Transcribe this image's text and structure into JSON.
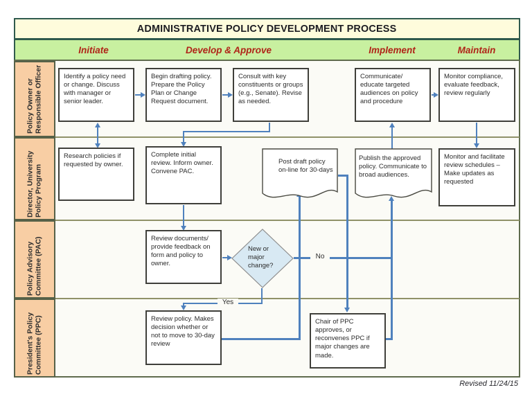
{
  "title": "ADMINISTRATIVE POLICY DEVELOPMENT PROCESS",
  "phases": {
    "initiate": "Initiate",
    "develop": "Develop & Approve",
    "implement": "Implement",
    "maintain": "Maintain"
  },
  "lanes": {
    "owner": "Policy Owner or Responsible Officer",
    "director": "Director, University Policy Program",
    "pac": "Policy Advisory Committee (PAC)",
    "ppc": "President's Policy Committee (PPC)"
  },
  "nodes": {
    "identify": "Identify a policy need or change. Discuss with manager or senior leader.",
    "draft": "Begin drafting policy. Prepare the Policy Plan or Change Request document.",
    "consult": "Consult with key constituents or groups (e.g., Senate). Revise as needed.",
    "communicate": "Communicate/ educate targeted audiences on policy and procedure",
    "monitor_compliance": "Monitor compliance, evaluate feedback, review regularly",
    "research": "Research policies if requested by owner.",
    "complete_review": "Complete initial review. Inform owner. Convene PAC.",
    "post_draft": "Post draft policy on-line for 30-days",
    "publish": "Publish the approved policy. Communicate to broad audiences.",
    "monitor_schedules": "Monitor and facilitate review schedules – Make updates as requested",
    "review_documents": "Review documents/ provide feedback on form and policy to owner.",
    "decision": "New or major change?",
    "review_policy": "Review policy. Makes decision whether or not to move to 30-day review",
    "chair_ppc": "Chair of PPC approves, or reconvenes PPC if major changes are made."
  },
  "edge_labels": {
    "yes": "Yes",
    "no": "No"
  },
  "footer": {
    "revised": "Revised 11/24/15"
  },
  "colors": {
    "arrow": "#4F81BD",
    "phase_text": "#B02418",
    "title_bg": "#FEFCDC",
    "phase_bg": "#C8F0A0",
    "lane_label_bg": "#F8CEA4",
    "decision_fill": "#D8E9F3",
    "frame": "#2F5A4D"
  }
}
